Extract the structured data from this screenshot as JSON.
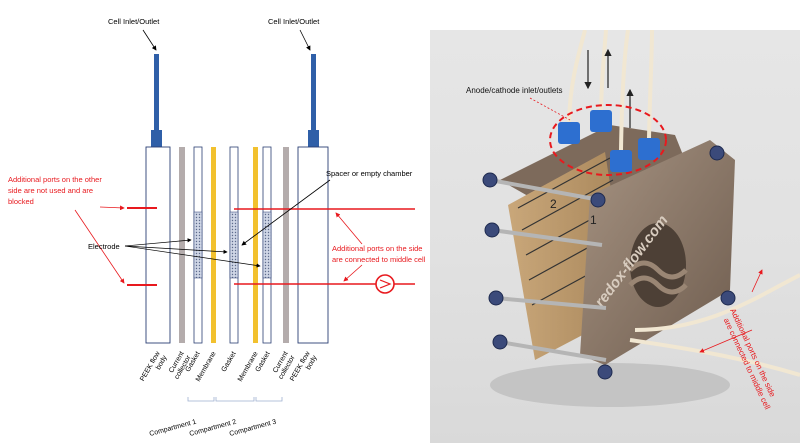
{
  "schematic": {
    "inlet_left": "Cell Inlet/Outlet",
    "inlet_right": "Cell Inlet/Outlet",
    "note_unused_1": "Additional ports on the other",
    "note_unused_2": "side are not used and are",
    "note_unused_3": "blocked",
    "spacer_label": "Spacer or empty chamber",
    "electrode_label": "Electrode",
    "note_middle_1": "Additional ports on the side",
    "note_middle_2": "are connected to middle cell",
    "layers": [
      {
        "l1": "PEEK flow",
        "l2": "body"
      },
      {
        "l1": "Current",
        "l2": "collector"
      },
      {
        "l1": "Gasket",
        "l2": ""
      },
      {
        "l1": "Membrane",
        "l2": ""
      },
      {
        "l1": "Gasket",
        "l2": ""
      },
      {
        "l1": "Membrane",
        "l2": ""
      },
      {
        "l1": "Gasket",
        "l2": ""
      },
      {
        "l1": "Current",
        "l2": "collector"
      },
      {
        "l1": "PEEK flow",
        "l2": "body"
      }
    ],
    "compartments": [
      "Compartment 1",
      "Compartment 2",
      "Compartment 3"
    ]
  },
  "photo": {
    "anode_label": "Anode/cathode inlet/outlets",
    "note_1": "Additional ports on the side",
    "note_2": "are connected to middle cell",
    "brand": "redox-flow.com",
    "port_numbers": [
      "2",
      "1"
    ]
  },
  "colors": {
    "annotation_red": "#e8191e",
    "tube_blue": "#2f5fa8",
    "membrane_yellow": "#f2c12e",
    "collector_grey": "#b4acac",
    "metal_bronze": "#8b7766",
    "cap_blue": "#2d6fd0"
  }
}
